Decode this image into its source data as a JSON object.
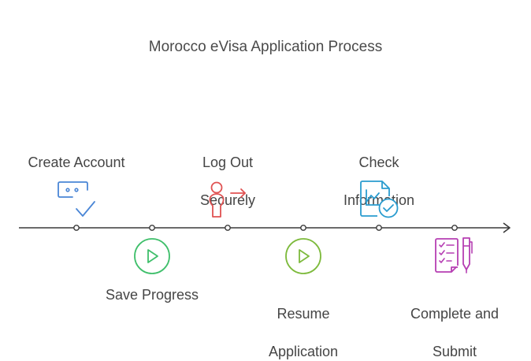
{
  "title": "Morocco eVisa Application Process",
  "steps": [
    {
      "label": "Create Account",
      "icon": "account-check-icon",
      "color": "#4a86d6",
      "position": "above"
    },
    {
      "label": "Save Progress",
      "icon": "play-circle-icon",
      "color": "#3fbf6b",
      "position": "below"
    },
    {
      "label": "Log Out Securely",
      "label_lines": [
        "Log Out",
        "Securely"
      ],
      "icon": "user-logout-icon",
      "color": "#e05252",
      "position": "above"
    },
    {
      "label": "Resume Application",
      "label_lines": [
        "Resume",
        "Application"
      ],
      "icon": "play-circle-icon",
      "color": "#7dba3c",
      "position": "below"
    },
    {
      "label": "Check Information",
      "label_lines": [
        "Check",
        "Information"
      ],
      "icon": "document-check-icon",
      "color": "#2a9ccf",
      "position": "above"
    },
    {
      "label": "Complete and Submit",
      "label_lines": [
        "Complete and",
        "Submit"
      ],
      "icon": "checklist-pen-icon",
      "color": "#b63fb3",
      "position": "below"
    }
  ],
  "colors": {
    "line": "#3a3a3a",
    "node_fill": "#ffffff",
    "node_stroke": "#3a3a3a"
  }
}
